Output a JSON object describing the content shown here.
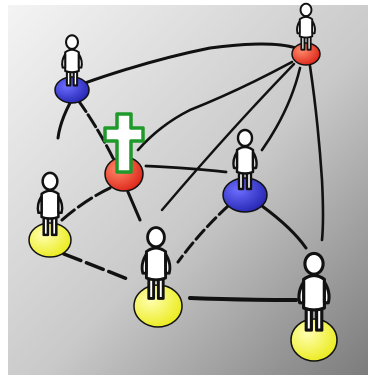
{
  "diagram": {
    "colors": {
      "background_light": "#f4f4f4",
      "background_dark": "#7c7c7c",
      "ink": "#111111",
      "figure_fill": "#ffffff",
      "red": "#e3261c",
      "blue": "#2424b8",
      "yellow": "#f2f216",
      "cross_fill": "#ffffff",
      "cross_stroke": "#1f9a2a"
    },
    "nodes": [
      {
        "id": "n1",
        "pad_color": "blue",
        "label": ""
      },
      {
        "id": "n2",
        "pad_color": "red",
        "label": ""
      },
      {
        "id": "n3",
        "pad_color": "red",
        "label": "",
        "badge_icon": "medical-cross-icon"
      },
      {
        "id": "n4",
        "pad_color": "blue",
        "label": ""
      },
      {
        "id": "n5",
        "pad_color": "yellow",
        "label": ""
      },
      {
        "id": "n6",
        "pad_color": "yellow",
        "label": ""
      },
      {
        "id": "n7",
        "pad_color": "yellow",
        "label": ""
      }
    ],
    "edges": [
      [
        "n1",
        "n2"
      ],
      [
        "n1",
        "n3"
      ],
      [
        "n1",
        "n5"
      ],
      [
        "n2",
        "n3"
      ],
      [
        "n2",
        "n4"
      ],
      [
        "n2",
        "n7"
      ],
      [
        "n3",
        "n4"
      ],
      [
        "n3",
        "n5"
      ],
      [
        "n3",
        "n6"
      ],
      [
        "n4",
        "n6"
      ],
      [
        "n4",
        "n7"
      ],
      [
        "n5",
        "n6"
      ],
      [
        "n6",
        "n7"
      ]
    ]
  }
}
